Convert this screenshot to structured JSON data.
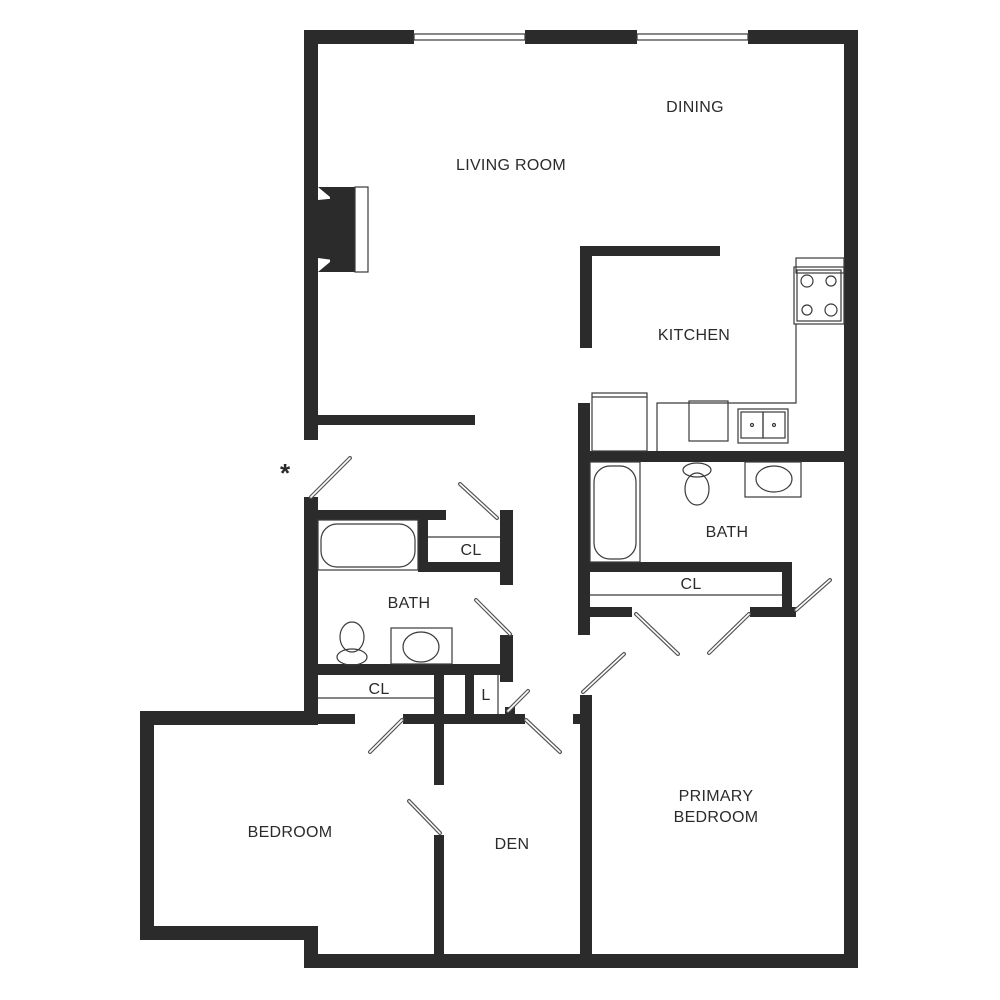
{
  "colors": {
    "wall": "#2b2b2b",
    "background": "#ffffff"
  },
  "rooms": {
    "dining": "DINING",
    "living_room": "LIVING ROOM",
    "kitchen": "KITCHEN",
    "bath_primary": "BATH",
    "closet_primary_bath": "CL",
    "bath_hall": "BATH",
    "closet_hall_bath": "CL",
    "closet_hall": "CL",
    "linen": "L",
    "bedroom": "BEDROOM",
    "den": "DEN",
    "primary_bedroom_line1": "PRIMARY",
    "primary_bedroom_line2": "BEDROOM"
  },
  "marker": "*"
}
